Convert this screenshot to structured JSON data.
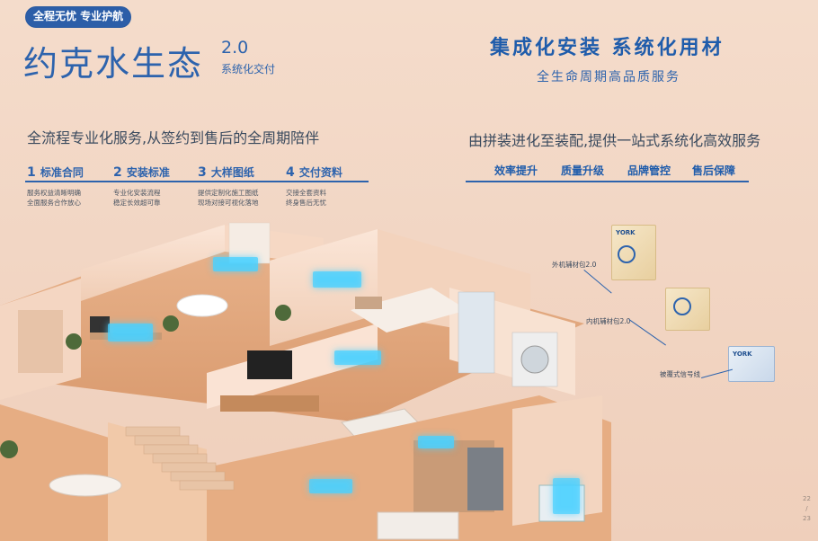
{
  "header": {
    "badge": "全程无忧 专业护航",
    "title": "约克水生态",
    "version": "2.0",
    "version_sub": "系统化交付",
    "right_heading": "集成化安装  系统化用材",
    "right_sub": "全生命周期高品质服务"
  },
  "left": {
    "tagline": "全流程专业化服务,从签约到售后的全周期陪伴",
    "steps": [
      {
        "num": "1",
        "title": "标准合同",
        "desc1": "服务权益清晰明确",
        "desc2": "全面服务合作放心"
      },
      {
        "num": "2",
        "title": "安装标准",
        "desc1": "专业化安装流程",
        "desc2": "稳定长效超可靠"
      },
      {
        "num": "3",
        "title": "大样图纸",
        "desc1": "提供定制化施工图纸",
        "desc2": "现场对接可视化落地"
      },
      {
        "num": "4",
        "title": "交付资料",
        "desc1": "交接全套资料",
        "desc2": "终身售后无忧"
      }
    ]
  },
  "right": {
    "tagline": "由拼装进化至装配,提供一站式系统化高效服务",
    "features": [
      "效率提升",
      "质量升级",
      "品牌管控",
      "售后保障"
    ]
  },
  "products": {
    "items": [
      {
        "label": "外机辅材包2.0"
      },
      {
        "label": "内机辅材包2.0"
      },
      {
        "label": "被覆式信号线"
      }
    ],
    "brand": "YORK"
  },
  "page": {
    "left": "22",
    "sep": "/",
    "right": "23"
  },
  "colors": {
    "brand_blue": "#2d63ad",
    "background": "#f3d9c8",
    "glow": "#5fd0ff"
  }
}
